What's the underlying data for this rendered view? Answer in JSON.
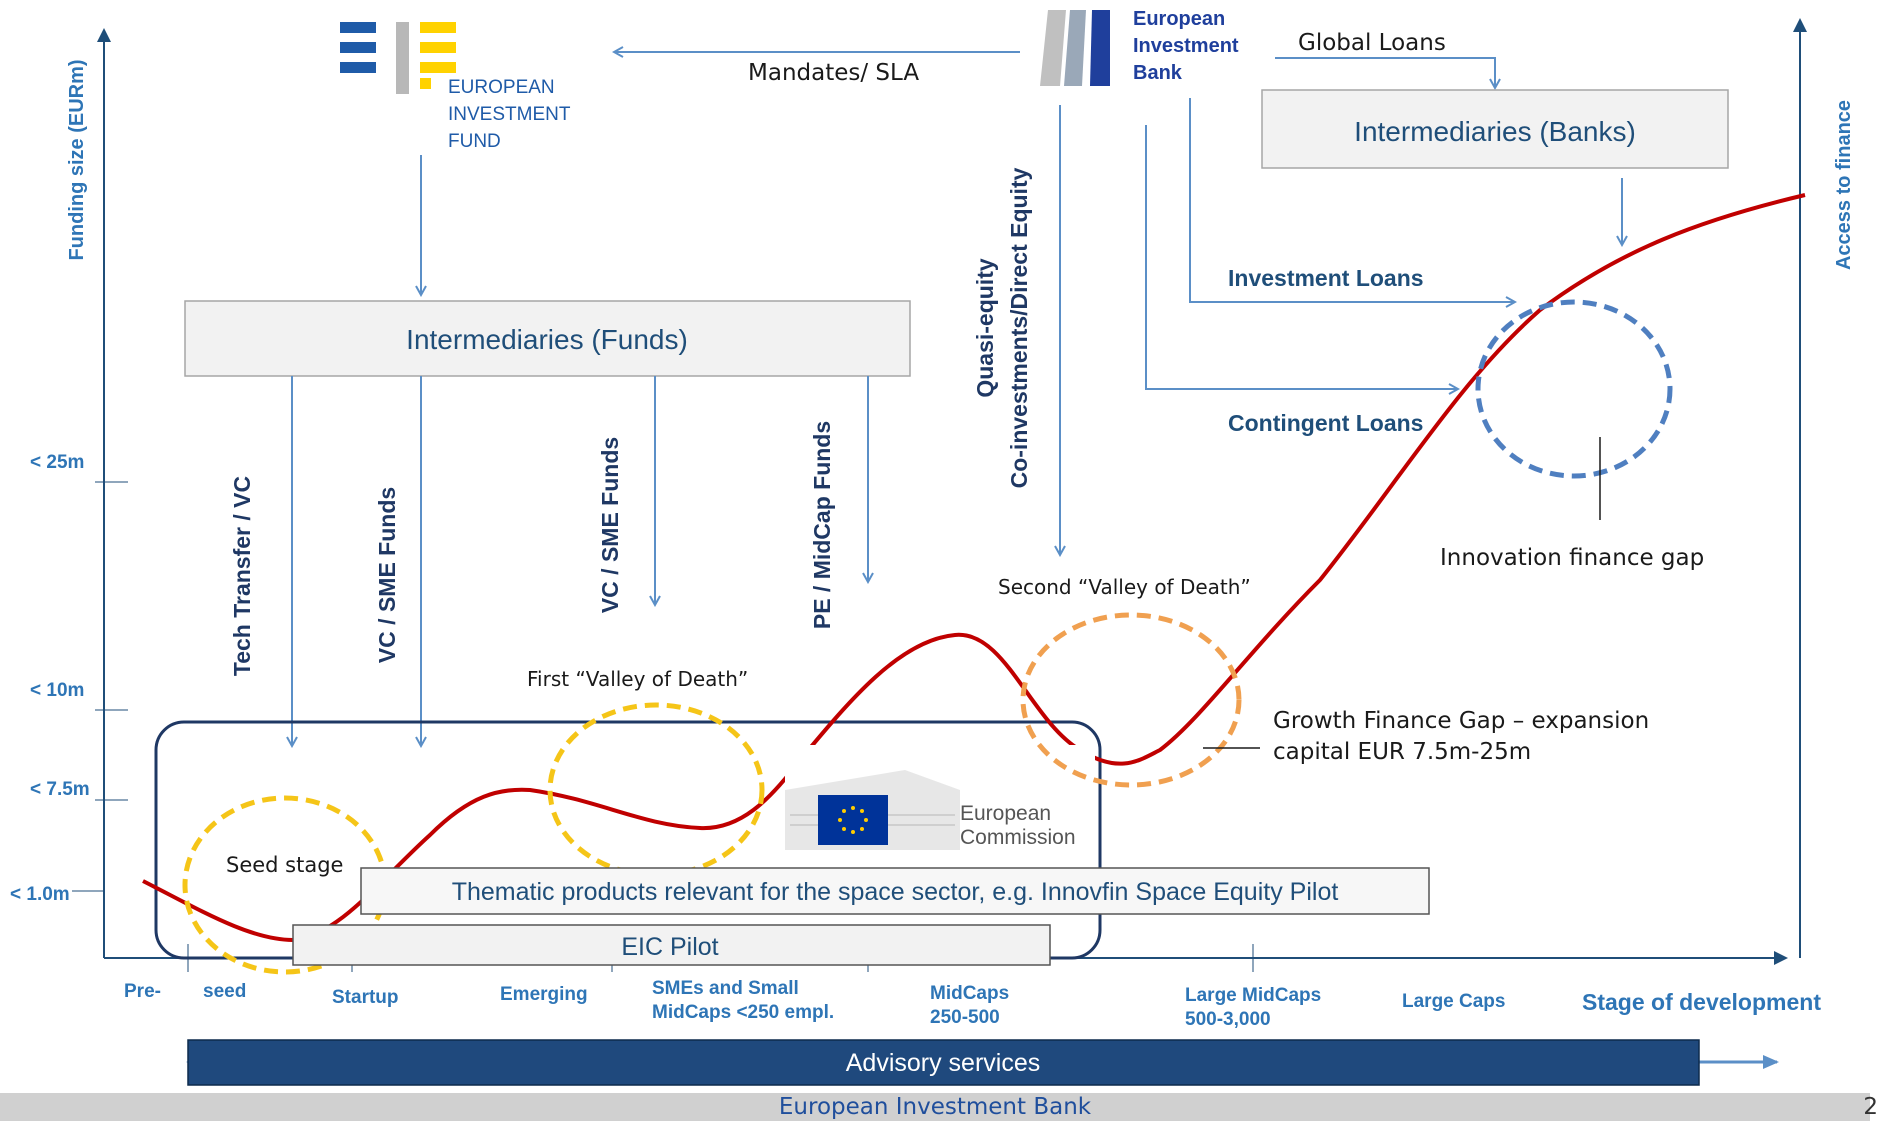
{
  "axes": {
    "y_left": "Funding size (EURm)",
    "y_right": "Access to finance",
    "x": "Stage of development",
    "y_ticks": [
      "< 25m",
      "< 10m",
      "< 7.5m",
      "< 1.0m"
    ],
    "x_stages": [
      [
        "Pre-"
      ],
      [
        "seed"
      ],
      [
        "Startup"
      ],
      [
        "Emerging"
      ],
      [
        "SMEs and Small",
        "MidCaps <250 empl."
      ],
      [
        "MidCaps",
        "250-500"
      ],
      [
        "Large MidCaps",
        "500-3,000"
      ],
      [
        "Large Caps"
      ]
    ]
  },
  "eif_logo": {
    "lines": [
      "EUROPEAN",
      "INVESTMENT",
      "FUND"
    ]
  },
  "eib_logo": {
    "lines": [
      "European",
      "Investment",
      "Bank"
    ]
  },
  "ec_logo": {
    "lines": [
      "European",
      "Commission"
    ]
  },
  "arrows": {
    "mandates": "Mandates/ SLA",
    "global_loans": "Global Loans",
    "investment_loans": "Investment Loans",
    "contingent_loans": "Contingent Loans",
    "quasi_equity": "Quasi-equity",
    "co_investments": "Co-investments/Direct Equity"
  },
  "boxes": {
    "funds": "Intermediaries (Funds)",
    "banks": "Intermediaries (Banks)",
    "thematic": "Thematic products relevant for the space sector, e.g. Innovfin Space Equity Pilot",
    "eic": "EIC Pilot",
    "advisory": "Advisory services"
  },
  "fund_types": [
    "Tech Transfer / VC",
    "VC / SME Funds",
    "VC / SME Funds",
    "PE / MidCap Funds"
  ],
  "annotations": {
    "seed": "Seed stage",
    "valley1": "First “Valley of Death”",
    "valley2": "Second “Valley of Death”",
    "growth_gap_1": "Growth Finance Gap – expansion",
    "growth_gap_2": "capital EUR 7.5m-25m",
    "innovation_gap": "Innovation finance gap"
  },
  "footer": {
    "title": "European Investment Bank",
    "page": "2"
  },
  "colors": {
    "curve": "#c00000",
    "axis": "#1f4e79",
    "label_blue": "#2e75b6",
    "valley_yellow": "#f5c518",
    "valley_orange": "#f0a050",
    "innovation_blue": "#4f7fc0",
    "advisory_bar": "#1f497d",
    "eif_blue": "#1f5ba8",
    "eif_yellow": "#ffd200",
    "eu_flag": "#003399"
  }
}
